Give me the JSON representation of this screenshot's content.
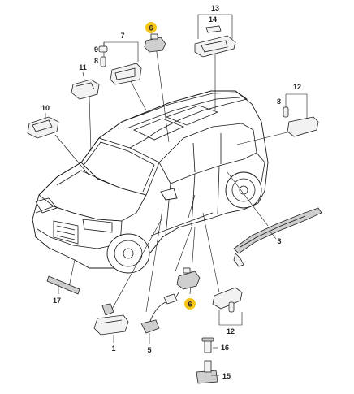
{
  "diagram": {
    "callouts": {
      "c1": "1",
      "c3": "3",
      "c5": "5",
      "c6_top": "6",
      "c6_bottom": "6",
      "c7": "7",
      "c8_left": "8",
      "c8_right": "8",
      "c9": "9",
      "c10": "10",
      "c11": "11",
      "c12_top": "12",
      "c12_bottom": "12",
      "c13": "13",
      "c14": "14",
      "c15": "15",
      "c16": "16",
      "c17": "17"
    },
    "colors": {
      "highlight": "#f5c518",
      "line": "#1a1a1a"
    }
  }
}
